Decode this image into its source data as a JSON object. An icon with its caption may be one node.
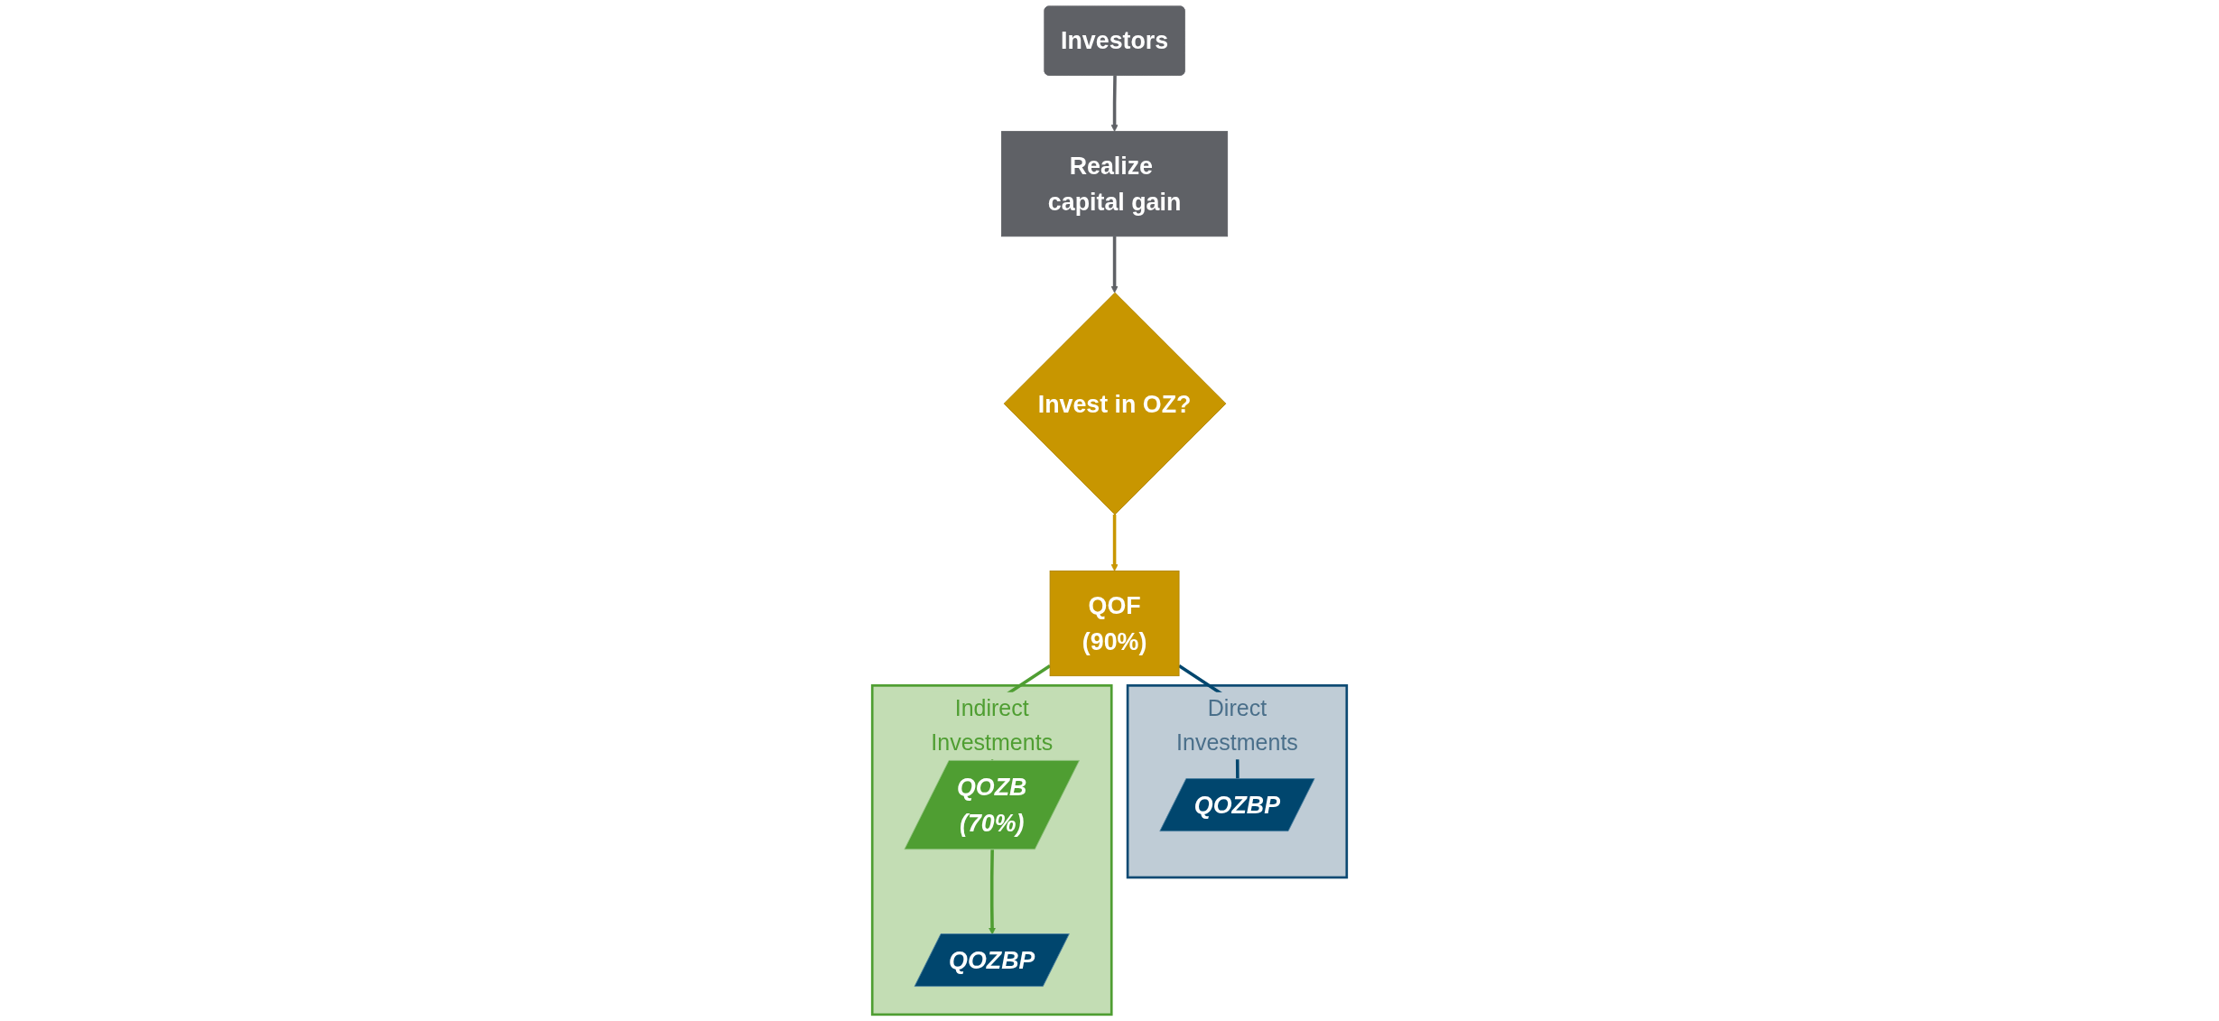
{
  "diagram": {
    "nodes": [
      {
        "text": [
          "Investors"
        ]
      },
      {
        "text": [
          "Realize capital gain"
        ]
      },
      {
        "text": [
          "Invest in OZ?"
        ]
      },
      {
        "text": [
          "Direct",
          "Investments"
        ]
      },
      {
        "text": [
          "QOF",
          "(90%)"
        ]
      },
      {
        "text": [
          "Indirect",
          "Investments"
        ]
      },
      {
        "text": [
          "QOZBP"
        ],
        "in": 3
      },
      {
        "text": [
          "QOZB",
          "(70%)"
        ],
        "in": 5
      },
      {
        "text": [
          "QOZBP"
        ],
        "in": 5
      }
    ],
    "edges": [
      {
        "from": 0,
        "to": 1,
        "arrow": "to",
        "color": "#5f6166"
      },
      {
        "from": 1,
        "to": 2,
        "arrow": "to",
        "color": "#5f6166"
      },
      {
        "from": 2,
        "to": 4,
        "arrow": "to",
        "color": "#c89600"
      },
      {
        "from": 4,
        "to": 6,
        "arrow": "none",
        "color": "#00466e"
      },
      {
        "from": 4,
        "to": 7,
        "arrow": "to",
        "color": "#4f9e32"
      },
      {
        "from": 7,
        "to": 8,
        "arrow": "to",
        "color": "#4f9e32"
      }
    ]
  }
}
